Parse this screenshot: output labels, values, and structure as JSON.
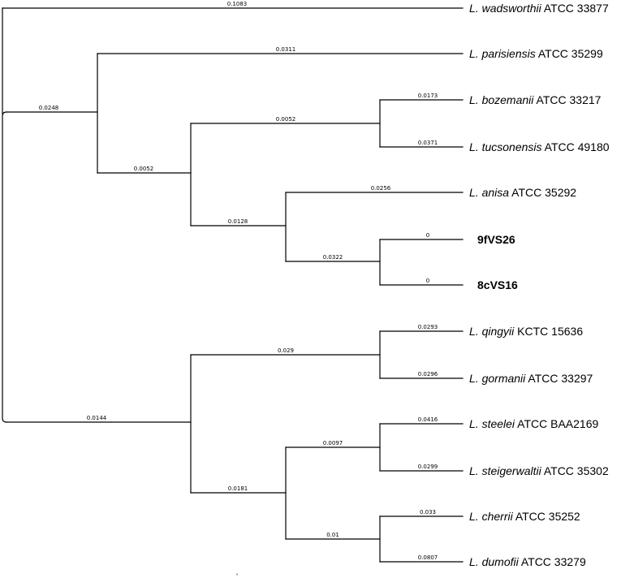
{
  "tree": {
    "taxa": [
      {
        "genus": "L.",
        "species": "wadsworthii",
        "strain": "ATCC 33877",
        "bold": false
      },
      {
        "genus": "L.",
        "species": "parisiensis",
        "strain": "ATCC 35299",
        "bold": false
      },
      {
        "genus": "L.",
        "species": "bozemanii",
        "strain": "ATCC 33217",
        "bold": false
      },
      {
        "genus": "L.",
        "species": "tucsonensis",
        "strain": "ATCC 49180",
        "bold": false
      },
      {
        "genus": "L.",
        "species": "anisa",
        "strain": "ATCC 35292",
        "bold": false
      },
      {
        "genus": "",
        "species": "",
        "strain": "9fVS26",
        "bold": true
      },
      {
        "genus": "",
        "species": "",
        "strain": "8cVS16",
        "bold": true
      },
      {
        "genus": "L.",
        "species": "qingyii",
        "strain": "KCTC 15636",
        "bold": false
      },
      {
        "genus": "L.",
        "species": "gormanii",
        "strain": "ATCC 33297",
        "bold": false
      },
      {
        "genus": "L.",
        "species": "steelei",
        "strain": "ATCC BAA2169",
        "bold": false
      },
      {
        "genus": "L.",
        "species": "steigerwaltii",
        "strain": "ATCC 35302",
        "bold": false
      },
      {
        "genus": "L.",
        "species": "cherrii",
        "strain": "ATCC 35252",
        "bold": false
      },
      {
        "genus": "L.",
        "species": "dumofii",
        "strain": "ATCC 33279",
        "bold": false
      }
    ],
    "branch_lengths": {
      "wadsworthii": "0.1083",
      "parisiensis": "0.0311",
      "bozemanii": "0.0173",
      "tucsonensis": "0.0371",
      "anisa": "0.0256",
      "vs26": "0",
      "vs16": "0",
      "qingyii": "0.0293",
      "gormanii": "0.0296",
      "steelei": "0.0416",
      "steigerwaltii": "0.0299",
      "cherrii": "0.033",
      "dumofii": "0.0807",
      "clade_upper": "0.0248",
      "clade_paris_rest": "0.0052",
      "clade_boz_tuc": "0.0052",
      "clade_anisa_group": "0.0128",
      "clade_vs": "0.0322",
      "clade_lower": "0.0144",
      "clade_qin_gor": "0.029",
      "clade_steel_cher": "0.0181",
      "clade_steelei": "0.0097",
      "clade_cherrii": "0.01"
    },
    "footer_mark": "°"
  }
}
